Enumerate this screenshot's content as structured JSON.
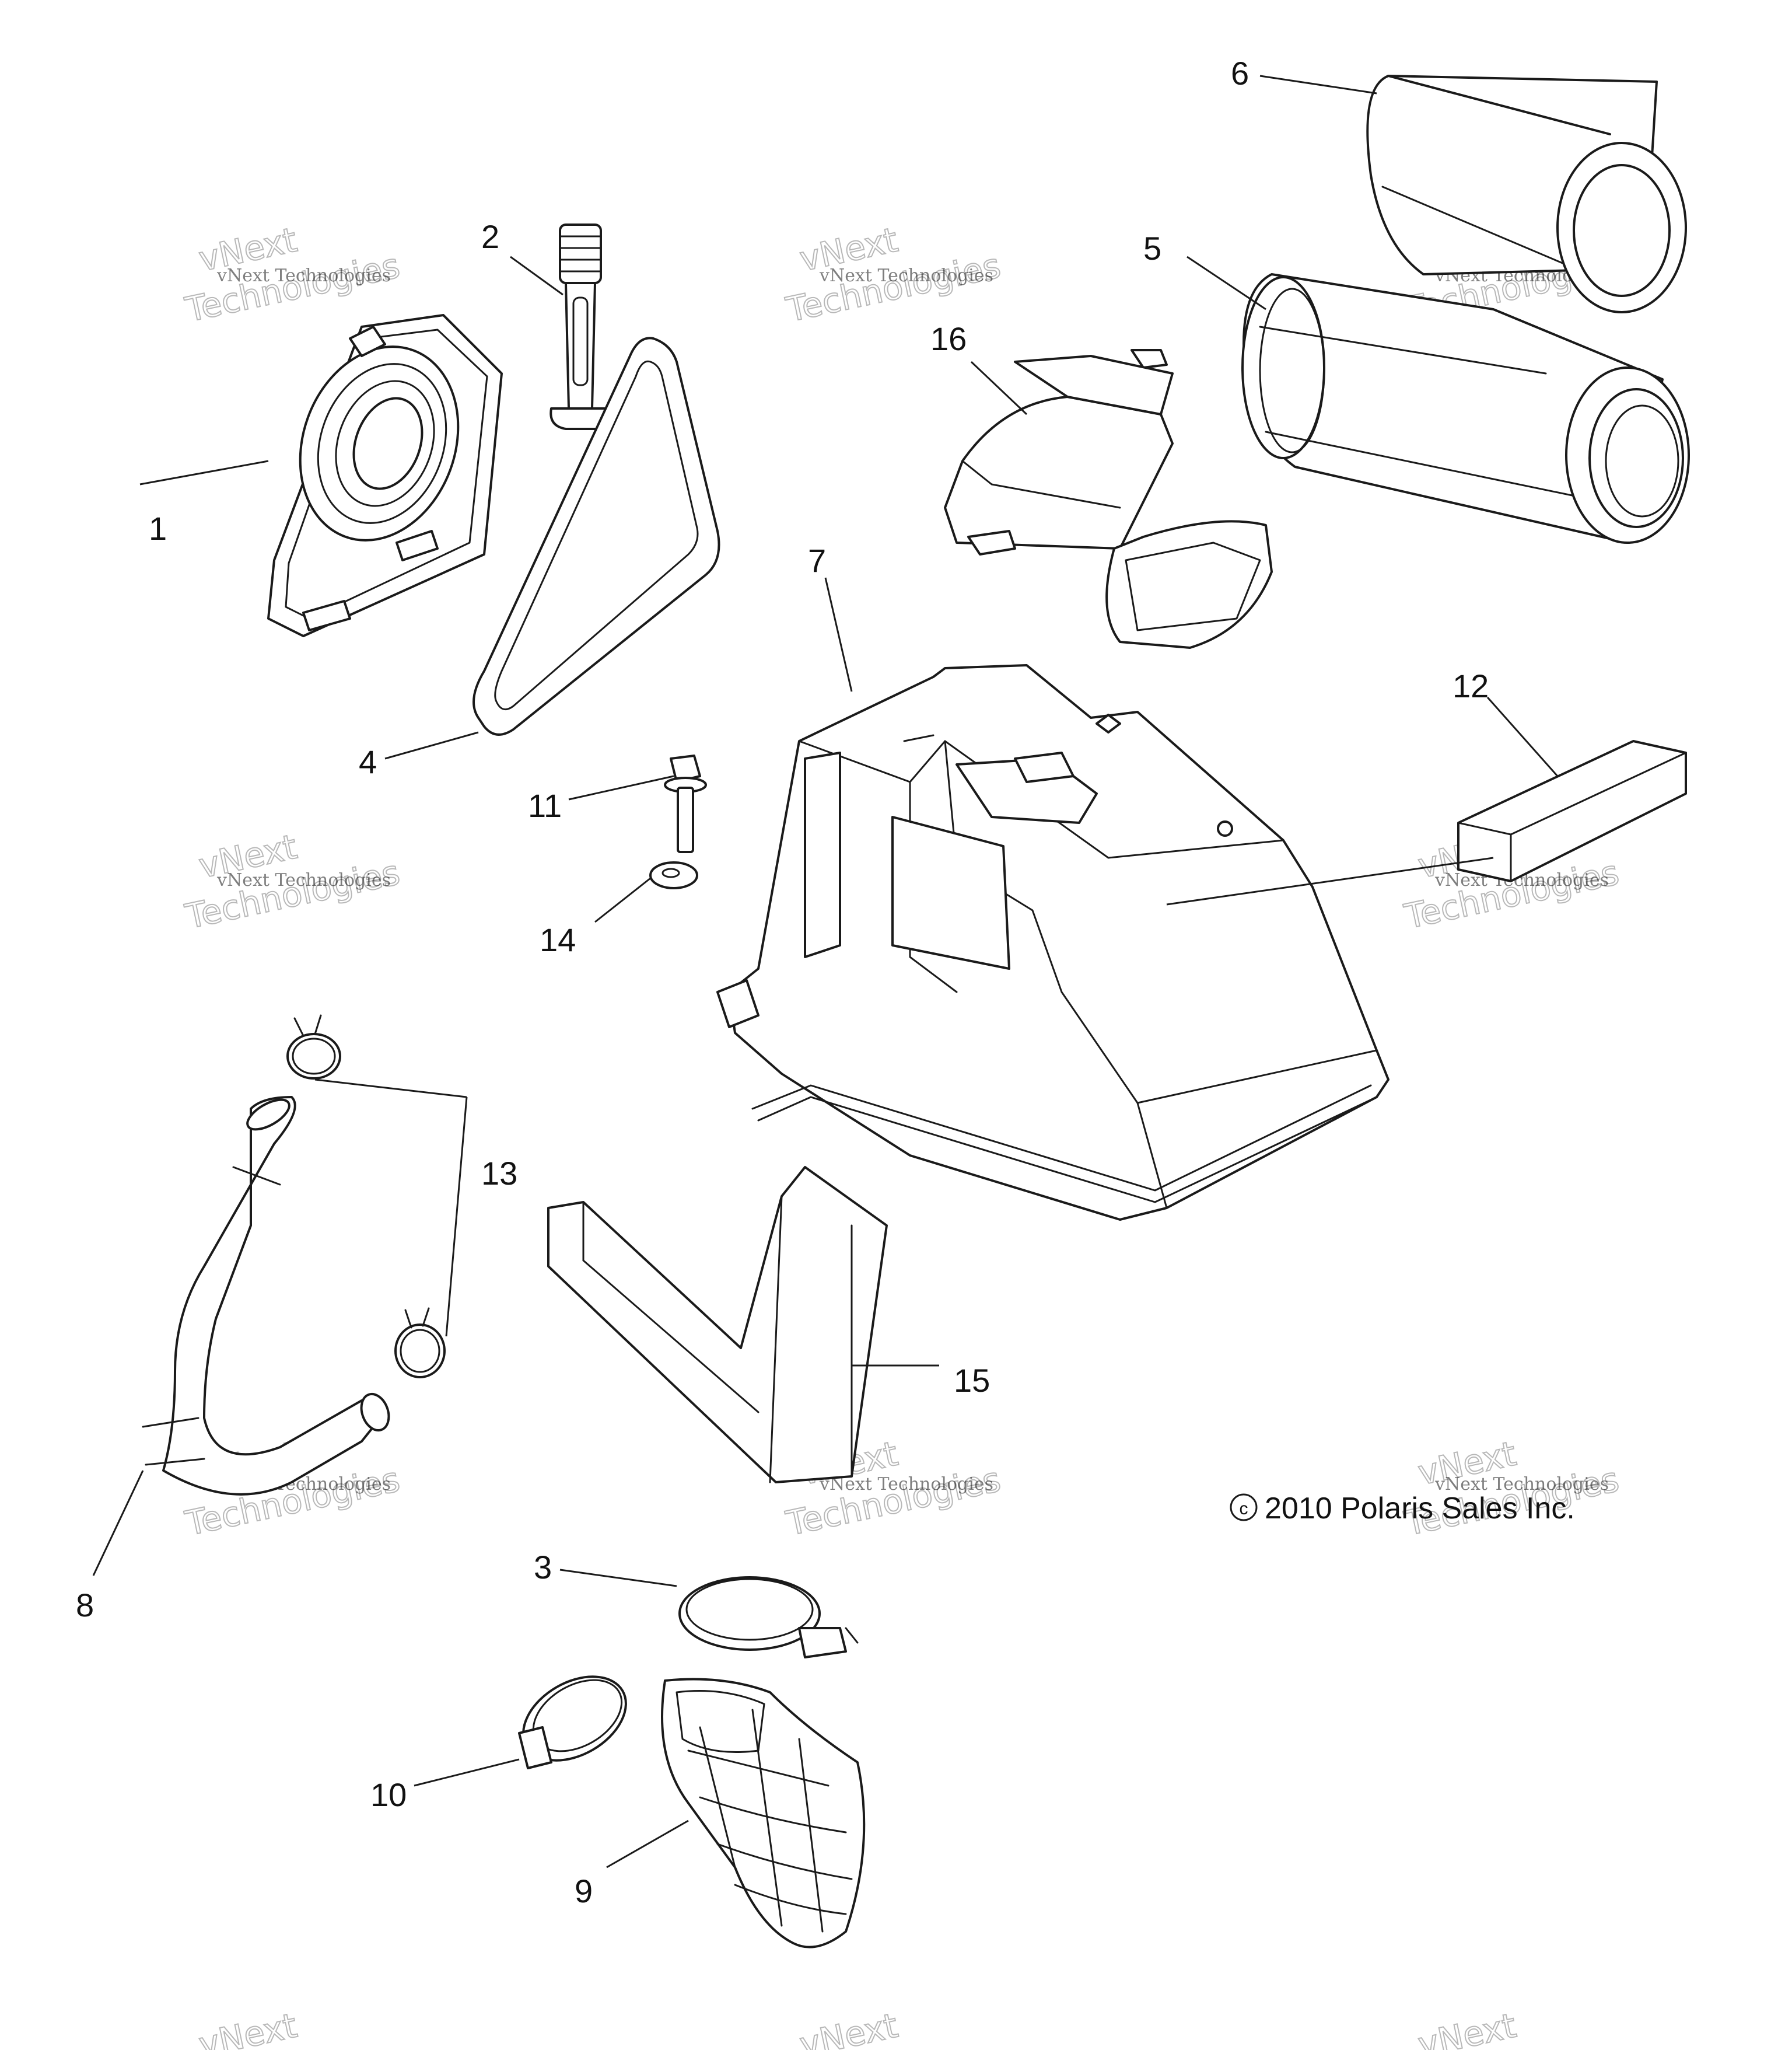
{
  "callouts": [
    {
      "id": "1",
      "text": "1"
    },
    {
      "id": "2",
      "text": "2"
    },
    {
      "id": "3",
      "text": "3"
    },
    {
      "id": "4",
      "text": "4"
    },
    {
      "id": "5",
      "text": "5"
    },
    {
      "id": "6",
      "text": "6"
    },
    {
      "id": "7",
      "text": "7"
    },
    {
      "id": "8",
      "text": "8"
    },
    {
      "id": "9",
      "text": "9"
    },
    {
      "id": "10",
      "text": "10"
    },
    {
      "id": "11",
      "text": "11"
    },
    {
      "id": "12",
      "text": "12"
    },
    {
      "id": "13",
      "text": "13"
    },
    {
      "id": "14",
      "text": "14"
    },
    {
      "id": "15",
      "text": "15"
    },
    {
      "id": "16",
      "text": "16"
    }
  ],
  "copyright": "2010 Polaris Sales Inc.",
  "watermark": {
    "line1": "vNext Technologies",
    "line2": "Technologies",
    "line3": "vNext"
  }
}
